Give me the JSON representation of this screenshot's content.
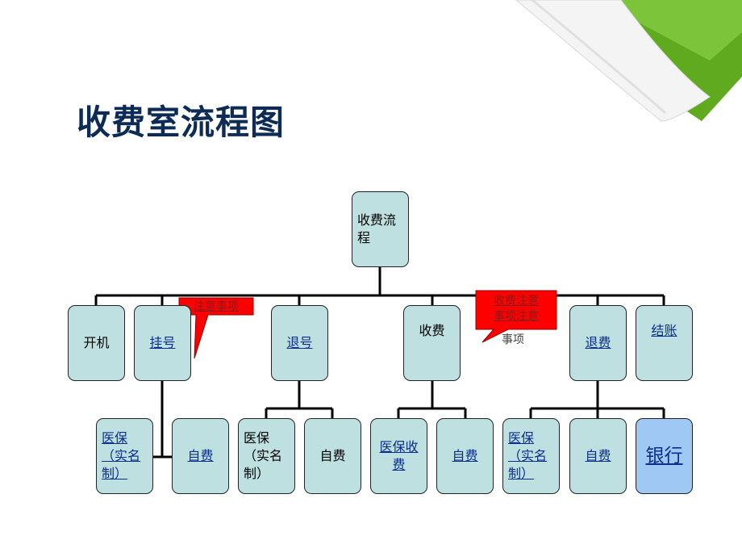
{
  "title": "收费室流程图",
  "nodes": {
    "root": "收费流\n程",
    "kaiji": "开机",
    "guahao": "挂号",
    "tuihao": "退号",
    "shoufei": "收费",
    "tuifei": "退费",
    "jiezhang": "结账",
    "yibao1": "医保\n（实名\n制）",
    "zifei1": "自费",
    "yibao2": "医保\n（实名\n制）",
    "zifei2": "自费",
    "yibao3": "医保收\n费",
    "zifei3": "自费",
    "yibao4": "医保\n（实名\n制）",
    "zifei4": "自费",
    "bank": "银行"
  },
  "callouts": {
    "c1": "注意事项",
    "c2": "收费注意\n事项注意",
    "c2_tail": "事项"
  },
  "colors": {
    "title": "#0d2c55",
    "node_fill": "#bfe0e1",
    "bank_fill": "#9fc9f4",
    "callout_fill": "#ff0000",
    "link": "#0b2e8a",
    "corner_green": "#5faa1e"
  }
}
